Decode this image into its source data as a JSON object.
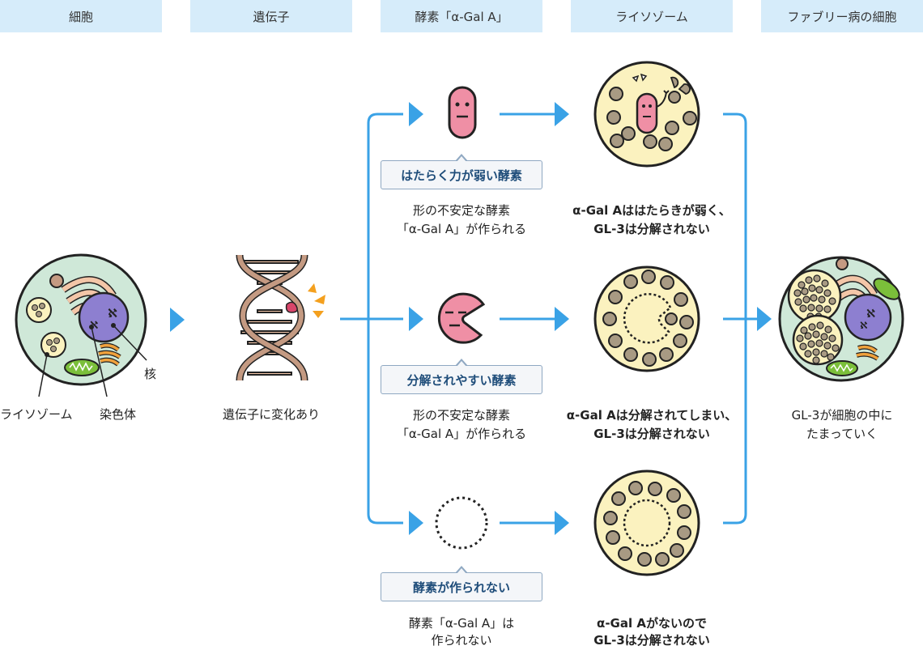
{
  "headers": [
    "細胞",
    "遺伝子",
    "酵素「α-Gal A」",
    "ライソゾーム",
    "ファブリー病の細胞"
  ],
  "cell": {
    "label_lysosome": "ライソゾーム",
    "label_chromosome": "染色体",
    "label_nucleus": "核"
  },
  "gene": {
    "caption": "遺伝子に変化あり"
  },
  "rows": [
    {
      "badge": "はたらく力が弱い酵素",
      "enzyme_caption": [
        "形の不安定な酵素",
        "「α-Gal A」が作られる"
      ],
      "lysosome_caption": [
        "α-Gal Aははたらきが弱く、",
        "GL-3は分解されない"
      ]
    },
    {
      "badge": "分解されやすい酵素",
      "enzyme_caption": [
        "形の不安定な酵素",
        "「α-Gal A」が作られる"
      ],
      "lysosome_caption": [
        "α-Gal Aは分解されてしまい、",
        "GL-3は分解されない"
      ]
    },
    {
      "badge": "酵素が作られない",
      "enzyme_caption": [
        "酵素「α-Gal A」は",
        "作られない"
      ],
      "lysosome_caption": [
        "α-Gal Aがないので",
        "GL-3は分解されない"
      ]
    }
  ],
  "result": {
    "caption": [
      "GL-3が細胞の中に",
      "たまっていく"
    ]
  },
  "colors": {
    "header_bg": "#d6ecfa",
    "arrow": "#3aa2e6",
    "cell_fill": "#cfe8d8",
    "lysosome_fill": "#fbf2bf",
    "nucleus": "#8d7fd0",
    "enzyme_pink": "#ef8fa5",
    "gl3": "#a89a83",
    "badge_text": "#1f4d7a"
  }
}
